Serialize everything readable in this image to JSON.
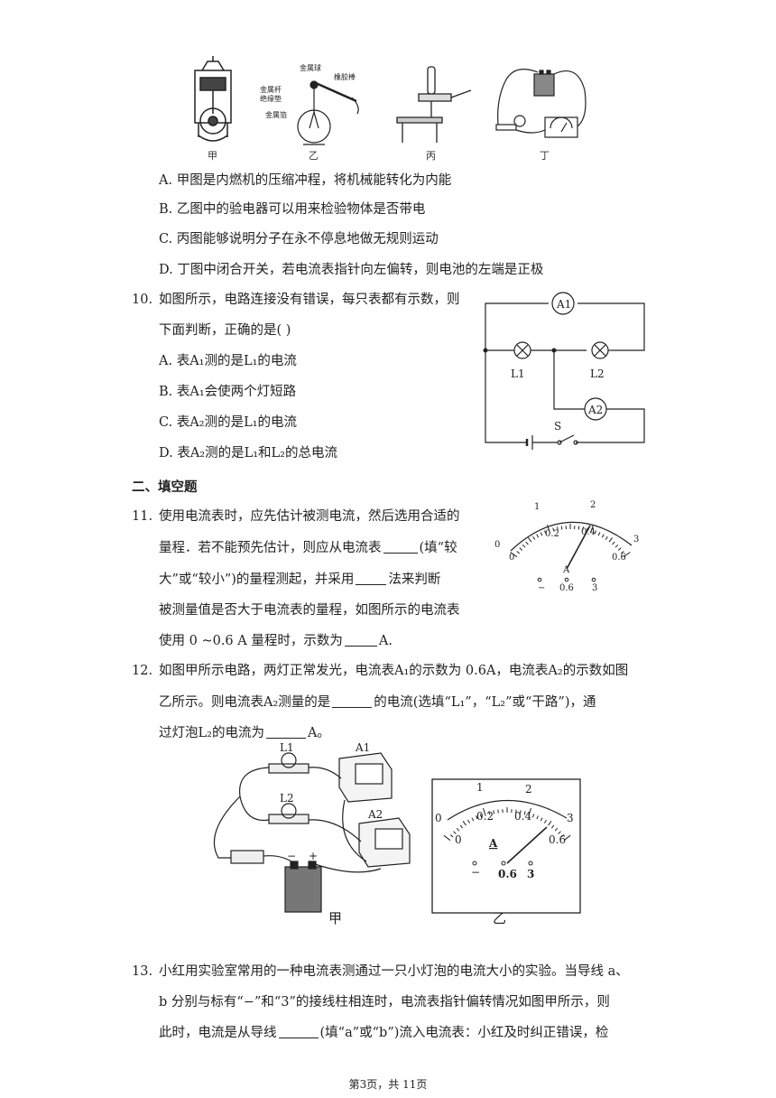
{
  "fig_top": {
    "captions": [
      "甲",
      "乙",
      "丙",
      "丁"
    ],
    "labels_yi": [
      "金属球",
      "橡胶棒",
      "金属杆",
      "绝缘垫",
      "金属箔"
    ]
  },
  "q9": {
    "options": [
      "A.  甲图是内燃机的压缩冲程，将机械能转化为内能",
      "B.  乙图中的验电器可以用来检验物体是否带电",
      "C.  丙图能够说明分子在永不停息地做无规则运动",
      "D.  丁图中闭合开关，若电流表指针向左偏转，则电池的左端是正极"
    ]
  },
  "q10": {
    "number": "10.",
    "lines": [
      "如图所示，电路连接没有错误，每只表都有示数，则",
      "下面判断，正确的是(    )"
    ],
    "options": [
      "A.  表A₁测的是L₁的电流",
      "B.  表A₁会使两个灯短路",
      "C.  表A₂测的是L₁的电流",
      "D.  表A₂测的是L₁和L₂的总电流"
    ],
    "circuit_labels": [
      "A1",
      "L1",
      "L2",
      "A2",
      "S"
    ]
  },
  "section2": "二、填空题",
  "q11": {
    "number": "11.",
    "lines": [
      "使用电流表时，应先估计被测电流，然后选用合适的",
      "量程．若不能预先估计，则应从电流表",
      "(填“较",
      "大”或“较小”)的量程测起，并采用",
      "法来判断",
      "被测量值是否大于电流表的量程，如图所示的电流表",
      "使用 0 ~0.6 A 量程时，示数为",
      "A."
    ],
    "meter": {
      "big_ticks": [
        "0",
        "1",
        "2",
        "3"
      ],
      "small_ticks": [
        "0",
        "0.2",
        "0.4",
        "0.6"
      ],
      "unit": "A",
      "terminals": [
        "−",
        "0.6",
        "3"
      ]
    }
  },
  "q12": {
    "number": "12.",
    "lines": [
      "如图甲所示电路，两灯正常发光，电流表A₁的示数为 0.6A，电流表A₂的示数如图",
      "乙所示。则电流表A₂测量的是",
      "的电流(选填“L₁”，“L₂”或“干路”)，通",
      "过灯泡L₂的电流为",
      "A。"
    ],
    "fig_left_labels": [
      "L1",
      "A1",
      "L2",
      "A2",
      "−",
      "+"
    ],
    "fig_captions": [
      "甲",
      "乙"
    ],
    "meter": {
      "big_ticks": [
        "0",
        "1",
        "2",
        "3"
      ],
      "small_ticks": [
        "0",
        "0.2",
        "0.4",
        "0.6"
      ],
      "unit": "A",
      "terminals": [
        "−",
        "0.6",
        "3"
      ]
    }
  },
  "q13": {
    "number": "13.",
    "lines": [
      "小红用实验室常用的一种电流表测通过一只小灯泡的电流大小的实验。当导线 a、",
      "b 分别与标有“−”和“3”的接线柱相连时，电流表指针偏转情况如图甲所示，则",
      "此时，电流是从导线",
      "(填“a”或“b”)流入电流表：小红及时纠正错误，检"
    ]
  },
  "footer": "第3页，共 11页"
}
